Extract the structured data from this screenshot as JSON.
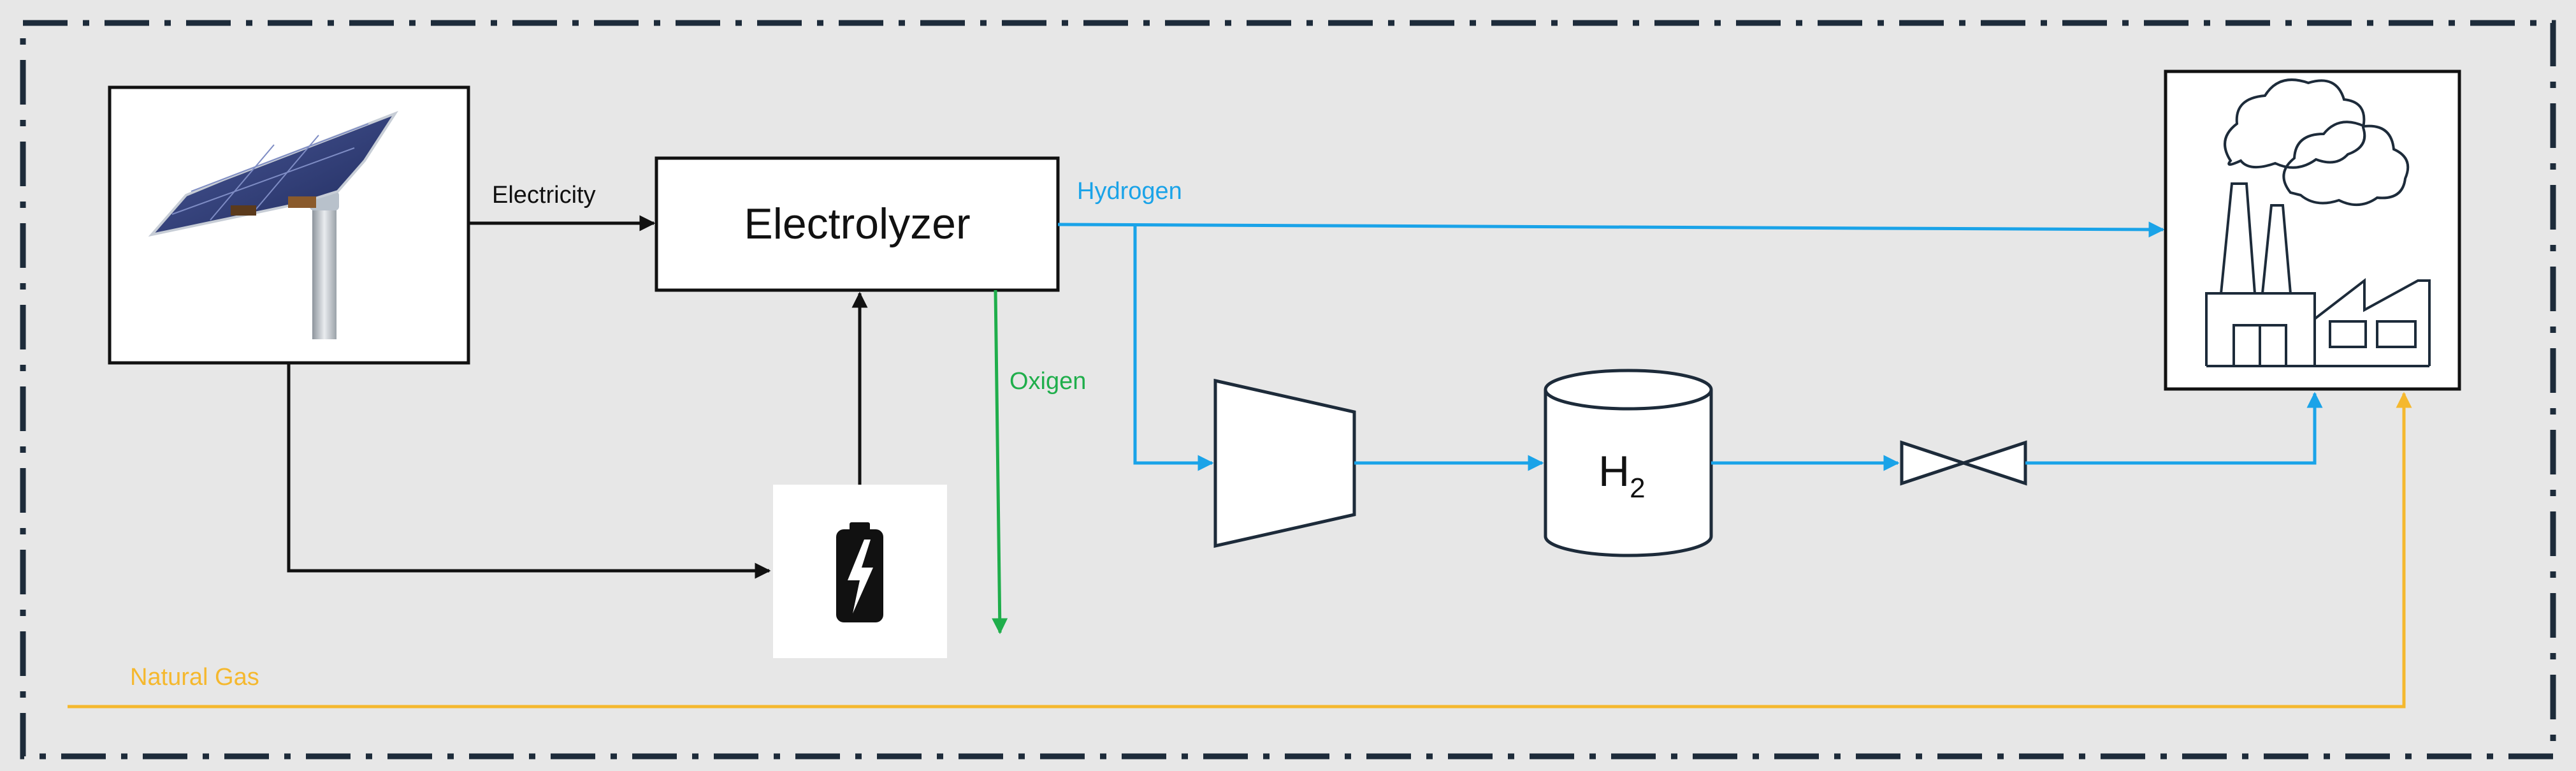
{
  "labels": {
    "electricity": "Electricity",
    "electrolyzer": "Electrolyzer",
    "hydrogen": "Hydrogen",
    "oxygen": "Oxigen",
    "h2_main": "H",
    "h2_sub": "2",
    "natural_gas": "Natural Gas"
  },
  "colors": {
    "background": "#e7e7e7",
    "border": "#1d2b3a",
    "black_flow": "#111111",
    "hydrogen": "#1aa3e8",
    "oxygen": "#1fae4b",
    "natural_gas": "#f5b82e",
    "equipment_stroke": "#1d2b3a"
  },
  "icons": [
    "solar-panel-icon",
    "battery-icon",
    "factory-icon",
    "compressor-icon",
    "storage-tank-icon",
    "valve-icon"
  ]
}
